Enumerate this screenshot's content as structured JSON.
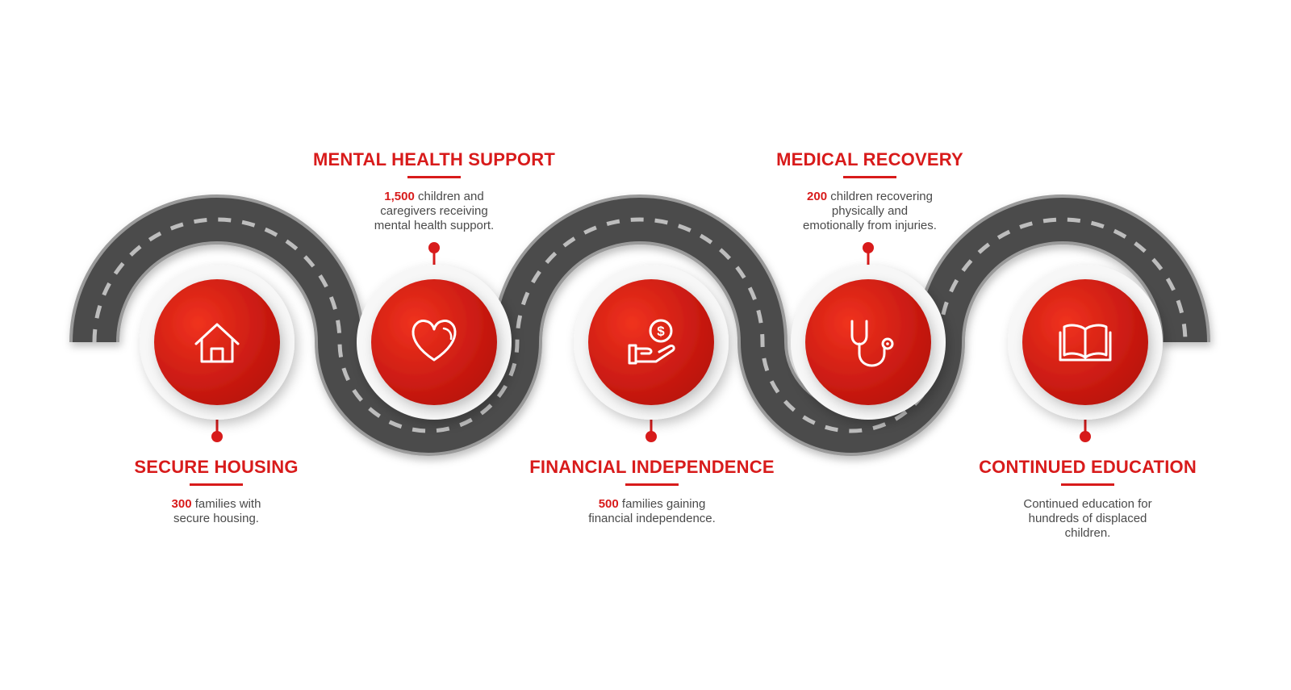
{
  "colors": {
    "accent": "#d81b1b",
    "road": "#4b4b4b",
    "road_edge": "#9a9a9a",
    "lane": "#bdbdbd",
    "text": "#4a4a4a"
  },
  "milestones": [
    {
      "title": "SECURE HOUSING",
      "stat": "300",
      "line1_rest": " families with",
      "line2": "secure housing.",
      "line3": "",
      "icon": "house-icon"
    },
    {
      "title": "MENTAL HEALTH SUPPORT",
      "stat": "1,500",
      "line1_rest": " children and",
      "line2": "caregivers receiving",
      "line3": "mental health support.",
      "icon": "heart-icon"
    },
    {
      "title": "FINANCIAL INDEPENDENCE",
      "stat": "500",
      "line1_rest": " families gaining",
      "line2": "financial independence.",
      "line3": "",
      "icon": "money-hand-icon"
    },
    {
      "title": "MEDICAL RECOVERY",
      "stat": "200",
      "line1_rest": " children recovering",
      "line2": "physically and",
      "line3": "emotionally from injuries.",
      "icon": "stethoscope-icon"
    },
    {
      "title": "CONTINUED EDUCATION",
      "stat": "",
      "line1_rest": "Continued education for",
      "line2": "hundreds of displaced",
      "line3": "children.",
      "icon": "book-icon"
    }
  ]
}
